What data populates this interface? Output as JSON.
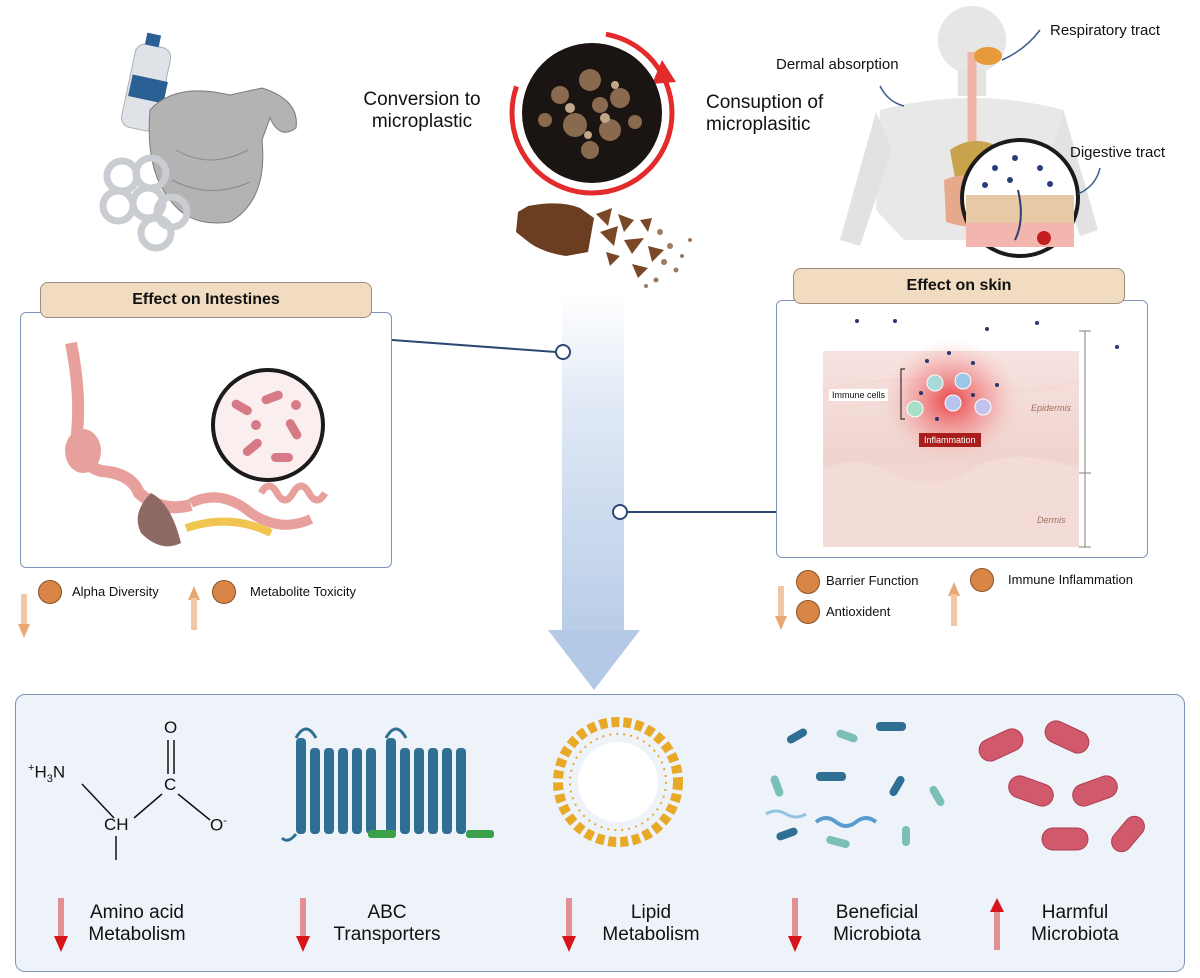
{
  "top": {
    "conversion_line1": "Conversion to",
    "conversion_line2": "microplastic",
    "consumption_line1": "Consuption of",
    "consumption_line2": "microplasitic",
    "respiratory": "Respiratory tract",
    "dermal": "Dermal absorption",
    "digestive": "Digestive  tract"
  },
  "intestines": {
    "header": "Effect on Intestines",
    "down_item": "Alpha Diversity",
    "up_item": "Metabolite Toxicity"
  },
  "skin": {
    "header": "Effect on skin",
    "immune_cells": "Immune cells",
    "inflammation": "Inflammation",
    "epidermis": "Epidermis",
    "dermis": "Dermis",
    "down_item1": "Barrier Function",
    "down_item2": "Antioxident",
    "up_item": "Immune Inflammation"
  },
  "chem": {
    "o_top": "O",
    "c": "C",
    "o_minus": "O",
    "charge": "-",
    "ch": "CH",
    "plus": "+",
    "h3n_h": "H",
    "h3n_3": "3",
    "h3n_n": "N"
  },
  "bottom_items": [
    {
      "line1": "Amino acid",
      "line2": "Metabolism",
      "direction": "down"
    },
    {
      "line1": "ABC",
      "line2": "Transporters",
      "direction": "down"
    },
    {
      "line1": "Lipid",
      "line2": "Metabolism",
      "direction": "down"
    },
    {
      "line1": "Beneficial",
      "line2": "Microbiota",
      "direction": "down"
    },
    {
      "line1": "Harmful",
      "line2": "Microbiota",
      "direction": "up"
    }
  ],
  "colors": {
    "header_fill": "#f1dcc1",
    "panel_border": "#7f95b8",
    "arrow_red": "#d8141b",
    "badge_orange": "#d98548",
    "transporter_blue": "#2f6f94",
    "lipid_gold": "#e9a928",
    "harmful_pink": "#d0596b"
  }
}
